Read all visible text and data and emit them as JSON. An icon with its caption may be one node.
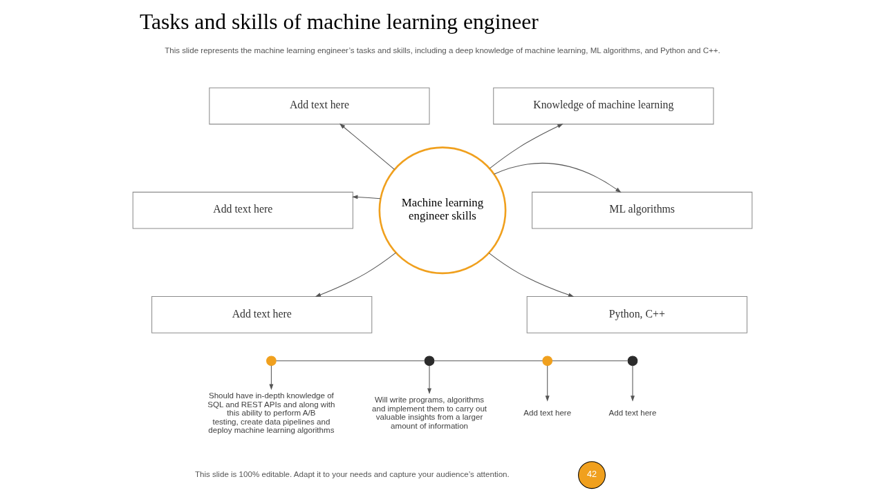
{
  "diagram": {
    "title": "Tasks and skills of machine learning engineer",
    "nodes": [
      {
        "text": [
          "Machine learning engineer skills"
        ]
      },
      {
        "text": [
          "Add text here"
        ]
      },
      {
        "text": [
          "Knowledge of machine learning"
        ]
      },
      {
        "text": [
          "Add text here"
        ]
      },
      {
        "text": [
          "ML algorithms"
        ]
      },
      {
        "text": [
          "Add text here"
        ]
      },
      {
        "text": [
          "Python, C++"
        ]
      },
      {
        "text": [],
        "shape": "circle"
      },
      {
        "text": [],
        "shape": "circle"
      },
      {
        "text": [],
        "shape": "circle"
      },
      {
        "text": [],
        "shape": "circle"
      },
      {
        "text": [
          "Should have in-depth knowledge of SQL and REST APIs and along with this ability to perform A/B testing, create data pipelines and deploy machine learning algorithms"
        ]
      },
      {
        "text": [
          "Will write programs, algorithms and implement them to carry out valuable insights from a larger amount of information"
        ]
      },
      {
        "text": [
          "Add text here"
        ]
      },
      {
        "text": [
          "Add text here"
        ]
      }
    ],
    "edges": [
      {
        "from": 0,
        "to": 1,
        "arrow": "to"
      },
      {
        "from": 0,
        "to": 2,
        "arrow": "to"
      },
      {
        "from": 0,
        "to": 3,
        "arrow": "to"
      },
      {
        "from": 0,
        "to": 4,
        "arrow": "to"
      },
      {
        "from": 0,
        "to": 5,
        "arrow": "to"
      },
      {
        "from": 0,
        "to": 6,
        "arrow": "to"
      },
      {
        "from": 7,
        "to": 8,
        "arrow": "none"
      },
      {
        "from": 8,
        "to": 9,
        "arrow": "none"
      },
      {
        "from": 9,
        "to": 10,
        "arrow": "none"
      },
      {
        "from": 7,
        "to": 11,
        "arrow": "to"
      },
      {
        "from": 8,
        "to": 12,
        "arrow": "to"
      },
      {
        "from": 9,
        "to": 13,
        "arrow": "to"
      },
      {
        "from": 10,
        "to": 14,
        "arrow": "to"
      }
    ],
    "labels": [
      "This slide represents the machine learning engineer’s tasks and skills, including a deep knowledge of machine learning, ML algorithms, and Python and C++.",
      "This slide is 100% editable. Adapt it to your needs and capture your audience’s attention.",
      "42"
    ]
  }
}
